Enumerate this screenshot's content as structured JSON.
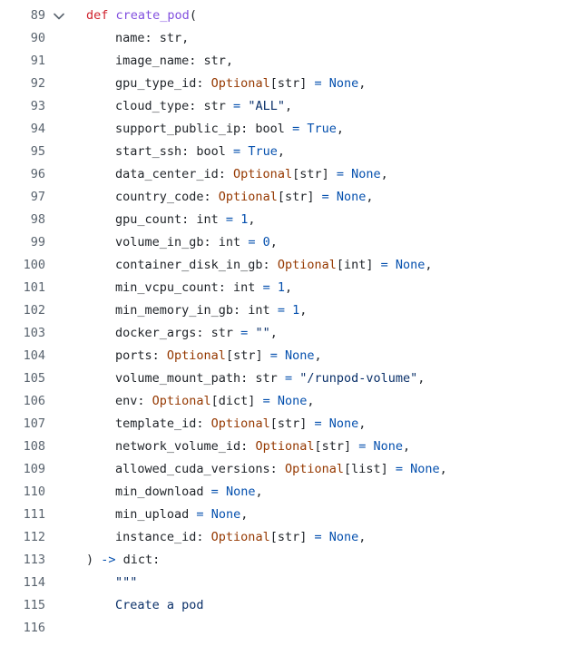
{
  "colors": {
    "keyword": "#cf222e",
    "function_name": "#8250df",
    "builtin": "#953800",
    "operator": "#0550ae",
    "constant": "#0550ae",
    "string": "#0a3069",
    "text": "#1f2328",
    "line_number": "#59636e"
  },
  "icons": {
    "fold": "chevron-down-icon"
  },
  "lines": [
    {
      "n": "89",
      "fold": true,
      "indent": 0,
      "tokens": [
        [
          "kw",
          "def"
        ],
        [
          "plain",
          " "
        ],
        [
          "fn",
          "create_pod"
        ],
        [
          "plain",
          "("
        ]
      ]
    },
    {
      "n": "90",
      "indent": 1,
      "tokens": [
        [
          "plain",
          "name: str,"
        ]
      ]
    },
    {
      "n": "91",
      "indent": 1,
      "tokens": [
        [
          "plain",
          "image_name: str,"
        ]
      ]
    },
    {
      "n": "92",
      "indent": 1,
      "tokens": [
        [
          "plain",
          "gpu_type_id: "
        ],
        [
          "bi",
          "Optional"
        ],
        [
          "plain",
          "[str] "
        ],
        [
          "op",
          "="
        ],
        [
          "plain",
          " "
        ],
        [
          "const",
          "None"
        ],
        [
          "plain",
          ","
        ]
      ]
    },
    {
      "n": "93",
      "indent": 1,
      "tokens": [
        [
          "plain",
          "cloud_type: str "
        ],
        [
          "op",
          "="
        ],
        [
          "plain",
          " "
        ],
        [
          "str",
          "\"ALL\""
        ],
        [
          "plain",
          ","
        ]
      ]
    },
    {
      "n": "94",
      "indent": 1,
      "tokens": [
        [
          "plain",
          "support_public_ip: bool "
        ],
        [
          "op",
          "="
        ],
        [
          "plain",
          " "
        ],
        [
          "const",
          "True"
        ],
        [
          "plain",
          ","
        ]
      ]
    },
    {
      "n": "95",
      "indent": 1,
      "tokens": [
        [
          "plain",
          "start_ssh: bool "
        ],
        [
          "op",
          "="
        ],
        [
          "plain",
          " "
        ],
        [
          "const",
          "True"
        ],
        [
          "plain",
          ","
        ]
      ]
    },
    {
      "n": "96",
      "indent": 1,
      "tokens": [
        [
          "plain",
          "data_center_id: "
        ],
        [
          "bi",
          "Optional"
        ],
        [
          "plain",
          "[str] "
        ],
        [
          "op",
          "="
        ],
        [
          "plain",
          " "
        ],
        [
          "const",
          "None"
        ],
        [
          "plain",
          ","
        ]
      ]
    },
    {
      "n": "97",
      "indent": 1,
      "tokens": [
        [
          "plain",
          "country_code: "
        ],
        [
          "bi",
          "Optional"
        ],
        [
          "plain",
          "[str] "
        ],
        [
          "op",
          "="
        ],
        [
          "plain",
          " "
        ],
        [
          "const",
          "None"
        ],
        [
          "plain",
          ","
        ]
      ]
    },
    {
      "n": "98",
      "indent": 1,
      "tokens": [
        [
          "plain",
          "gpu_count: int "
        ],
        [
          "op",
          "="
        ],
        [
          "plain",
          " "
        ],
        [
          "num",
          "1"
        ],
        [
          "plain",
          ","
        ]
      ]
    },
    {
      "n": "99",
      "indent": 1,
      "tokens": [
        [
          "plain",
          "volume_in_gb: int "
        ],
        [
          "op",
          "="
        ],
        [
          "plain",
          " "
        ],
        [
          "num",
          "0"
        ],
        [
          "plain",
          ","
        ]
      ]
    },
    {
      "n": "100",
      "indent": 1,
      "tokens": [
        [
          "plain",
          "container_disk_in_gb: "
        ],
        [
          "bi",
          "Optional"
        ],
        [
          "plain",
          "[int] "
        ],
        [
          "op",
          "="
        ],
        [
          "plain",
          " "
        ],
        [
          "const",
          "None"
        ],
        [
          "plain",
          ","
        ]
      ]
    },
    {
      "n": "101",
      "indent": 1,
      "tokens": [
        [
          "plain",
          "min_vcpu_count: int "
        ],
        [
          "op",
          "="
        ],
        [
          "plain",
          " "
        ],
        [
          "num",
          "1"
        ],
        [
          "plain",
          ","
        ]
      ]
    },
    {
      "n": "102",
      "indent": 1,
      "tokens": [
        [
          "plain",
          "min_memory_in_gb: int "
        ],
        [
          "op",
          "="
        ],
        [
          "plain",
          " "
        ],
        [
          "num",
          "1"
        ],
        [
          "plain",
          ","
        ]
      ]
    },
    {
      "n": "103",
      "indent": 1,
      "tokens": [
        [
          "plain",
          "docker_args: str "
        ],
        [
          "op",
          "="
        ],
        [
          "plain",
          " "
        ],
        [
          "str",
          "\"\""
        ],
        [
          "plain",
          ","
        ]
      ]
    },
    {
      "n": "104",
      "indent": 1,
      "tokens": [
        [
          "plain",
          "ports: "
        ],
        [
          "bi",
          "Optional"
        ],
        [
          "plain",
          "[str] "
        ],
        [
          "op",
          "="
        ],
        [
          "plain",
          " "
        ],
        [
          "const",
          "None"
        ],
        [
          "plain",
          ","
        ]
      ]
    },
    {
      "n": "105",
      "indent": 1,
      "tokens": [
        [
          "plain",
          "volume_mount_path: str "
        ],
        [
          "op",
          "="
        ],
        [
          "plain",
          " "
        ],
        [
          "str",
          "\"/runpod-volume\""
        ],
        [
          "plain",
          ","
        ]
      ]
    },
    {
      "n": "106",
      "indent": 1,
      "tokens": [
        [
          "plain",
          "env: "
        ],
        [
          "bi",
          "Optional"
        ],
        [
          "plain",
          "[dict] "
        ],
        [
          "op",
          "="
        ],
        [
          "plain",
          " "
        ],
        [
          "const",
          "None"
        ],
        [
          "plain",
          ","
        ]
      ]
    },
    {
      "n": "107",
      "indent": 1,
      "tokens": [
        [
          "plain",
          "template_id: "
        ],
        [
          "bi",
          "Optional"
        ],
        [
          "plain",
          "[str] "
        ],
        [
          "op",
          "="
        ],
        [
          "plain",
          " "
        ],
        [
          "const",
          "None"
        ],
        [
          "plain",
          ","
        ]
      ]
    },
    {
      "n": "108",
      "indent": 1,
      "tokens": [
        [
          "plain",
          "network_volume_id: "
        ],
        [
          "bi",
          "Optional"
        ],
        [
          "plain",
          "[str] "
        ],
        [
          "op",
          "="
        ],
        [
          "plain",
          " "
        ],
        [
          "const",
          "None"
        ],
        [
          "plain",
          ","
        ]
      ]
    },
    {
      "n": "109",
      "indent": 1,
      "tokens": [
        [
          "plain",
          "allowed_cuda_versions: "
        ],
        [
          "bi",
          "Optional"
        ],
        [
          "plain",
          "[list] "
        ],
        [
          "op",
          "="
        ],
        [
          "plain",
          " "
        ],
        [
          "const",
          "None"
        ],
        [
          "plain",
          ","
        ]
      ]
    },
    {
      "n": "110",
      "indent": 1,
      "tokens": [
        [
          "plain",
          "min_download "
        ],
        [
          "op",
          "="
        ],
        [
          "plain",
          " "
        ],
        [
          "const",
          "None"
        ],
        [
          "plain",
          ","
        ]
      ]
    },
    {
      "n": "111",
      "indent": 1,
      "tokens": [
        [
          "plain",
          "min_upload "
        ],
        [
          "op",
          "="
        ],
        [
          "plain",
          " "
        ],
        [
          "const",
          "None"
        ],
        [
          "plain",
          ","
        ]
      ]
    },
    {
      "n": "112",
      "indent": 1,
      "tokens": [
        [
          "plain",
          "instance_id: "
        ],
        [
          "bi",
          "Optional"
        ],
        [
          "plain",
          "[str] "
        ],
        [
          "op",
          "="
        ],
        [
          "plain",
          " "
        ],
        [
          "const",
          "None"
        ],
        [
          "plain",
          ","
        ]
      ]
    },
    {
      "n": "113",
      "indent": 0,
      "tokens": [
        [
          "plain",
          ") "
        ],
        [
          "op",
          "->"
        ],
        [
          "plain",
          " dict:"
        ]
      ]
    },
    {
      "n": "114",
      "indent": 1,
      "tokens": [
        [
          "str",
          "\"\"\""
        ]
      ]
    },
    {
      "n": "115",
      "indent": 1,
      "tokens": [
        [
          "str",
          "Create a pod"
        ]
      ]
    },
    {
      "n": "116",
      "indent": 0,
      "tokens": []
    }
  ]
}
